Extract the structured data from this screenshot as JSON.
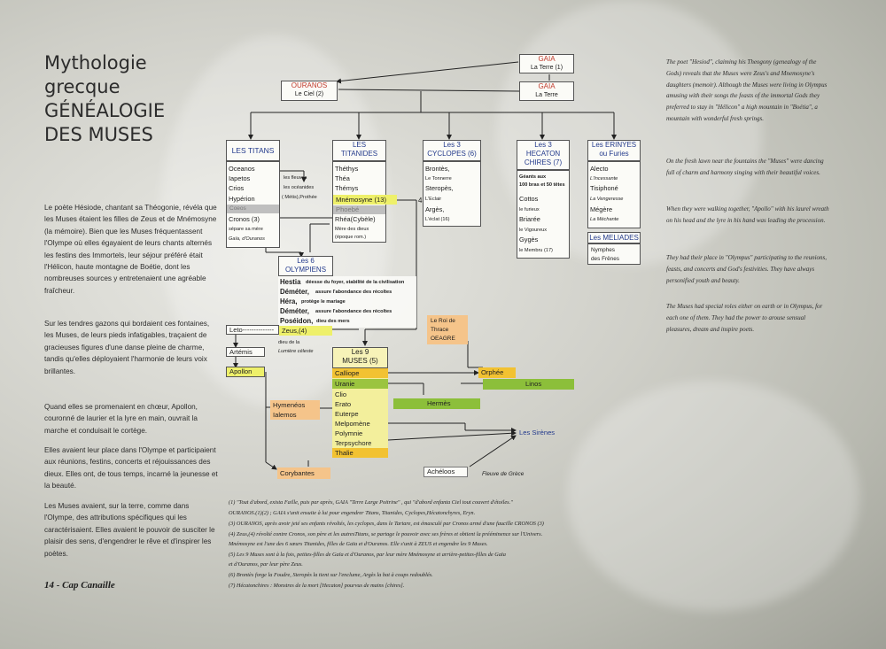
{
  "title": {
    "line1": "Mythologie",
    "line2": "grecque",
    "line3": "GÉNÉALOGIE",
    "line4": "DES MUSES"
  },
  "left_paragraphs": [
    "Le poète Hésiode, chantant sa Théogonie, révéla que les Muses étaient les filles de Zeus et de Mnémosyne (la mémoire). Bien que les Muses fréquentassent l'Olympe où elles égayaient de leurs chants alternés les festins des Immortels, leur séjour préféré était l'Hélicon, haute montagne de Boétie, dont les nombreuses sources y entretenaient une agréable fraîcheur.",
    "Sur les tendres gazons qui bordaient ces fontaines, les Muses, de leurs pieds infatigables, traçaient de gracieuses figures d'une danse pleine de charme, tandis qu'elles déployaient l'harmonie de leurs voix brillantes.",
    "Quand elles se promenaient en chœur, Apollon, couronné de laurier et la lyre en main, ouvrait la marche et conduisait le cortège.",
    "Elles avaient leur place dans l'Olympe et participaient aux réunions, festins, concerts et réjouissances des dieux. Elles ont, de tous temps, incarné la jeunesse et la beauté.",
    "Les Muses avaient, sur la terre, comme dans l'Olympe, des attributions spécifiques qui les caractérisaient. Elles avaient le pouvoir de susciter le plaisir des sens, d'engendrer le rêve et d'inspirer les poètes."
  ],
  "footer": "14 - Cap Canaille",
  "right_paragraphs": [
    "The poet \"Hesiod\", claiming his Theogony (genealogy of the Gods) reveals that the Muses were Zeus's and Mnemosyne's daughters (memoir). Although the Muses were living in Olympus amusing with their songs the feasts of the immortal Gods they preferred to stay in \"Hélicon\" a high mountain in \"Boétia\", a mountain with wonderful fresh springs.",
    "On the fresh lawn near the fountains the \"Muses\" were dancing full of charm and harmony singing with their beautiful voices.",
    "When they were walking together, \"Apollo\" with his laurel wreath on his head and the lyre in his hand was leading the procession.",
    "They had their place in \"Olympus\" participating to the reunions, feasts, and concerts and God's festivities. They have always personified youth and beauty.",
    "The Muses had special roles either on earth or in Olympus, for each one of them. They had the power to arouse sensual pleasures, dream and inspire poets."
  ],
  "chart": {
    "gaia1": {
      "name": "GAIA",
      "sub": "La Terre (1)"
    },
    "gaia2": {
      "name": "GAIA",
      "sub": "La Terre"
    },
    "ouranos": {
      "name": "OURANOS",
      "sub": "Le Ciel  (2)"
    },
    "titans": {
      "header": "LES TITANS",
      "items": [
        "Oceanos",
        "Iapetos",
        "Crios",
        "Hypérion",
        "Coeos",
        "Cronos (3)",
        "sépare sa mère",
        "Gaïa, d'Ouranos"
      ]
    },
    "fleuves": [
      "les fleuves",
      "les océanides",
      "( Métis),Prothée"
    ],
    "titanides": {
      "header1": "LES",
      "header2": "TITANIDES",
      "items": [
        "Théthys",
        "Théa",
        "Thémys",
        "Mnémosyne (13)",
        "Phoebé",
        "Rhéa(Cybèle)",
        "Mère des dieux",
        "(époque rom.)"
      ]
    },
    "cyclopes": {
      "header1": "Les 3",
      "header2": "CYCLOPES (6)",
      "items": [
        "Brontès,",
        "Le Tonnerre",
        "Steropès,",
        "L'Eclair",
        "Argès,",
        "L'éclat  (16)"
      ]
    },
    "number4": "4",
    "hecaton": {
      "header1": "Les 3",
      "header2": "HECATON",
      "header3": "CHIRES (7)",
      "items": [
        "Géants aux",
        "100 bras et 50 têtes",
        "Cottos",
        "le furieux",
        "Briarée",
        "le Vigoureux",
        "Gygès",
        "le Membru (17)"
      ]
    },
    "erinyes": {
      "header1": "Les ERINYES",
      "header2": "ou Furies",
      "items": [
        "Alecto",
        "L'Incessante",
        "Tisiphoné",
        "La Vengeresse",
        "Mégère",
        "La Méchante"
      ]
    },
    "meliades": {
      "header": "Les MELIADES",
      "items": [
        "Nymphes",
        "des Frênes"
      ]
    },
    "olympiens": {
      "header1": "Les 6",
      "header2": "OLYMPIENS",
      "items": [
        {
          "name": "Hestia",
          "desc": "déesse du foyer, stabilité de la civilisation"
        },
        {
          "name": "Déméter,",
          "desc": "assure l'abondance des récoltes"
        },
        {
          "name": "Héra,",
          "desc": "protège le mariage"
        },
        {
          "name": "Déméter,",
          "desc": "assure l'abondance des récoltes"
        },
        {
          "name": "Poséidon,",
          "desc": "dieu des mers"
        },
        {
          "name": "Zeus,(4)",
          "desc": ""
        }
      ]
    },
    "leto": "Leto--------------",
    "artemis": "Artémis",
    "artemis_desc": [
      "dieu de la",
      "Lumière céleste"
    ],
    "apollon": "Apollon",
    "thrace": [
      "Le Roi de",
      "Thrace",
      "OEAGRE"
    ],
    "muses": {
      "header1": "Les 9",
      "header2": "MUSES (5)",
      "items": [
        "Calliope",
        "Uranie",
        "Clio",
        "Erato",
        "Euterpe",
        "Melpomène",
        "Polymnie",
        "Terpsychore",
        "Thalie"
      ]
    },
    "orphee": "Orphée",
    "linos": "Linos",
    "hermes": "Hermès",
    "hymeneos": "Hymenéos",
    "ialemos": "Ialemos",
    "sirenes": "Les Sirènes",
    "corybantes": "Corybantes",
    "acheloos": "Achéloos",
    "fleuve_grece": "Fleuve de Grèce"
  },
  "footnotes": [
    "(1)  \"Tout d'abord, exista Faille, puis par après, GAIA \"Terre Large Poitrine\" , qui \"d'abord enfanta Ciel tout couvert d'étoiles.\"",
    "       OURANOS.(1)(2) ; GAIA s'unit ensuite à lui pour engendrer Titans, Titanides, Cyclopes,Hécatonchyres, Eryn.",
    "(3)  OURANOS, après avoir jeté ses enfants révoltés, les cyclopes, dans le Tartare, est émasculé par Cronos armé d'une faucille CRONOS (3)",
    "(4)  Zeus,(4) révolté contre Cronos, son père et les autresTitans, se partage le pouvoir avec ses frères et obtient la prééminence sur l'Univers.",
    "       Mnémosyne est l'une des 6 sœurs Titanides, filles de Gaïa et d'Ouranos.  Elle s'unit à ZEUS et engendre les 9 Muses.",
    "(5)  Les 9 Muses sont à la fois, petites-filles de Gaïa et d'Ouranos, par leur mère Mnémosyne et arrière-petites-filles de Gaïa",
    "       et d'Ouranos, par leur père Zeus.",
    "(6)  Brontès forge la Foudre, Steropès la tient sur l'enclume, Argès la bat à coups redoublés.",
    "(7)  Hécatonchires : Monstres de la mort  [Hecaton]  pourvus de mains  [chires]."
  ]
}
